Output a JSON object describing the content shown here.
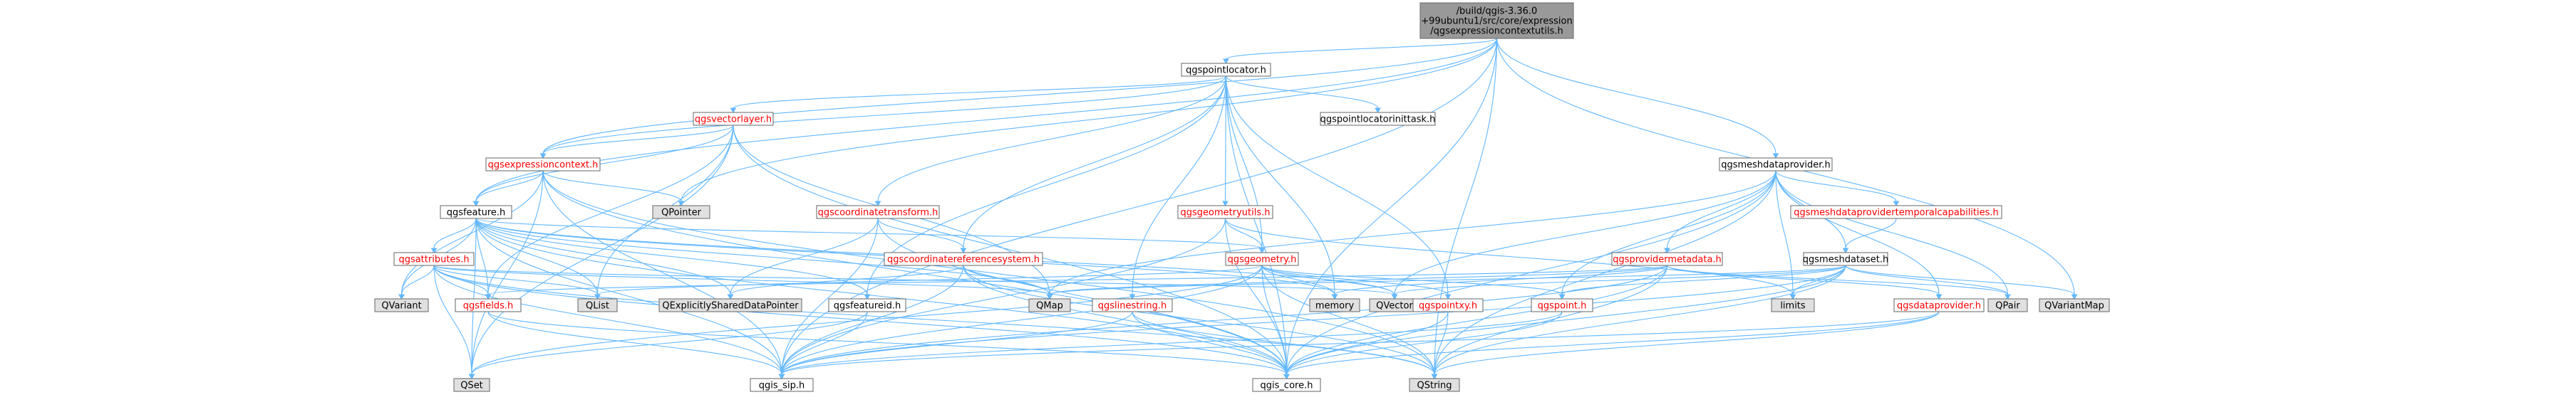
{
  "colors": {
    "node_border": "#666666",
    "node_fill": "#ffffff",
    "focus_fill": "#999999",
    "external_fill": "#e0e0e0",
    "text": "#000000",
    "truncated_text": "#ff0000",
    "edge": "#63b8ff"
  },
  "nodes": [
    {
      "id": "root",
      "label": [
        "/build/qgis-3.36.0",
        "+99ubuntu1/src/core/expression",
        "/qgsexpressioncontextutils.h"
      ],
      "kind": "focus"
    },
    {
      "id": "qgspointlocator",
      "label": [
        "qgspointlocator.h"
      ],
      "kind": "normal"
    },
    {
      "id": "qgsmeshdataprovider",
      "label": [
        "qgsmeshdataprovider.h"
      ],
      "kind": "normal"
    },
    {
      "id": "qgsvectorlayer",
      "label": [
        "qgsvectorlayer.h"
      ],
      "kind": "truncated"
    },
    {
      "id": "qgspointlocatorinittask",
      "label": [
        "qgspointlocatorinittask.h"
      ],
      "kind": "normal"
    },
    {
      "id": "qgsexpressioncontext",
      "label": [
        "qgsexpressioncontext.h"
      ],
      "kind": "truncated"
    },
    {
      "id": "qgscoordinatetransform",
      "label": [
        "qgscoordinatetransform.h"
      ],
      "kind": "truncated"
    },
    {
      "id": "qgsgeometryutils",
      "label": [
        "qgsgeometryutils.h"
      ],
      "kind": "truncated"
    },
    {
      "id": "qgsmeshdataprovidertemporalcapabilities",
      "label": [
        "qgsmeshdataprovidertemporalcapabilities.h"
      ],
      "kind": "truncated"
    },
    {
      "id": "qpointer",
      "label": [
        "QPointer"
      ],
      "kind": "external"
    },
    {
      "id": "qgsfeature",
      "label": [
        "qgsfeature.h"
      ],
      "kind": "normal"
    },
    {
      "id": "qgscoordinatereferencesystem",
      "label": [
        "qgscoordinatereferencesystem.h"
      ],
      "kind": "truncated"
    },
    {
      "id": "qgsgeometry",
      "label": [
        "qgsgeometry.h"
      ],
      "kind": "truncated"
    },
    {
      "id": "qgsprovidermetadata",
      "label": [
        "qgsprovidermetadata.h"
      ],
      "kind": "truncated"
    },
    {
      "id": "qgsmeshdataset",
      "label": [
        "qgsmeshdataset.h"
      ],
      "kind": "normal"
    },
    {
      "id": "qgsattributes",
      "label": [
        "qgsattributes.h"
      ],
      "kind": "truncated"
    },
    {
      "id": "qvariant",
      "label": [
        "QVariant"
      ],
      "kind": "external"
    },
    {
      "id": "qgsfields",
      "label": [
        "qgsfields.h"
      ],
      "kind": "truncated"
    },
    {
      "id": "qlist",
      "label": [
        "QList"
      ],
      "kind": "external"
    },
    {
      "id": "qexplicitlyshareddatapointer",
      "label": [
        "QExplicitlySharedDataPointer"
      ],
      "kind": "external"
    },
    {
      "id": "qgsfeatureid",
      "label": [
        "qgsfeatureid.h"
      ],
      "kind": "normal"
    },
    {
      "id": "qmap",
      "label": [
        "QMap"
      ],
      "kind": "external"
    },
    {
      "id": "qgslinestring",
      "label": [
        "qgslinestring.h"
      ],
      "kind": "truncated"
    },
    {
      "id": "qvector",
      "label": [
        "QVector"
      ],
      "kind": "external"
    },
    {
      "id": "qgspointxy",
      "label": [
        "qgspointxy.h"
      ],
      "kind": "truncated"
    },
    {
      "id": "memory",
      "label": [
        "memory"
      ],
      "kind": "external"
    },
    {
      "id": "qgspoint",
      "label": [
        "qgspoint.h"
      ],
      "kind": "truncated"
    },
    {
      "id": "limits",
      "label": [
        "limits"
      ],
      "kind": "external"
    },
    {
      "id": "qgsdataprovider",
      "label": [
        "qgsdataprovider.h"
      ],
      "kind": "truncated"
    },
    {
      "id": "qpair",
      "label": [
        "QPair"
      ],
      "kind": "external"
    },
    {
      "id": "qvariantmap",
      "label": [
        "QVariantMap"
      ],
      "kind": "external"
    },
    {
      "id": "qset",
      "label": [
        "QSet"
      ],
      "kind": "external"
    },
    {
      "id": "qgis_sip",
      "label": [
        "qgis_sip.h"
      ],
      "kind": "normal"
    },
    {
      "id": "qgis_core",
      "label": [
        "qgis_core.h"
      ],
      "kind": "normal"
    },
    {
      "id": "qstring",
      "label": [
        "QString"
      ],
      "kind": "external"
    }
  ],
  "edges": [
    [
      "root",
      "qgspointlocator"
    ],
    [
      "root",
      "qgsmeshdataprovider"
    ],
    [
      "root",
      "qgsexpressioncontext"
    ],
    [
      "root",
      "qpointer"
    ],
    [
      "root",
      "qgsfeature"
    ],
    [
      "root",
      "qgis_sip"
    ],
    [
      "root",
      "qgis_core"
    ],
    [
      "root",
      "qvariantmap"
    ],
    [
      "root",
      "qstring"
    ],
    [
      "qgspointlocator",
      "qgsvectorlayer"
    ],
    [
      "qgspointlocator",
      "qgspointlocatorinittask"
    ],
    [
      "qgspointlocator",
      "qgscoordinatetransform"
    ],
    [
      "qgspointlocator",
      "qgsgeometryutils"
    ],
    [
      "qgspointlocator",
      "qgscoordinatereferencesystem"
    ],
    [
      "qgspointlocator",
      "qgsgeometry"
    ],
    [
      "qgspointlocator",
      "qgsfeatureid"
    ],
    [
      "qgspointlocator",
      "qgslinestring"
    ],
    [
      "qgspointlocator",
      "qgspointxy"
    ],
    [
      "qgspointlocator",
      "memory"
    ],
    [
      "qgspointlocator",
      "qgis_core"
    ],
    [
      "qgspointlocator",
      "qgsexpressioncontext"
    ],
    [
      "qgsvectorlayer",
      "qgsexpressioncontext"
    ],
    [
      "qgsvectorlayer",
      "qgsfeature"
    ],
    [
      "qgsvectorlayer",
      "qgsfields"
    ],
    [
      "qgsvectorlayer",
      "qlist"
    ],
    [
      "qgsvectorlayer",
      "qset"
    ],
    [
      "qgsvectorlayer",
      "qmap"
    ],
    [
      "qgsvectorlayer",
      "qgis_core"
    ],
    [
      "qgsexpressioncontext",
      "qpointer"
    ],
    [
      "qgsexpressioncontext",
      "qgsfeature"
    ],
    [
      "qgsexpressioncontext",
      "qvariant"
    ],
    [
      "qgsexpressioncontext",
      "qgis_core"
    ],
    [
      "qgsexpressioncontext",
      "qset"
    ],
    [
      "qgsexpressioncontext",
      "qstring"
    ],
    [
      "qgsexpressioncontext",
      "qgis_sip"
    ],
    [
      "qgsfeature",
      "qgsattributes"
    ],
    [
      "qgsfeature",
      "qgsfields"
    ],
    [
      "qgsfeature",
      "qgsgeometry"
    ],
    [
      "qgsfeature",
      "qgsfeatureid"
    ],
    [
      "qgsfeature",
      "qlist"
    ],
    [
      "qgsfeature",
      "qvariant"
    ],
    [
      "qgsfeature",
      "qexplicitlyshareddatapointer"
    ],
    [
      "qgsfeature",
      "qvector"
    ],
    [
      "qgsfeature",
      "qset"
    ],
    [
      "qgsfeature",
      "qmap"
    ],
    [
      "qgsfeature",
      "qgis_core"
    ],
    [
      "qgsfeature",
      "qgis_sip"
    ],
    [
      "qgsfeature",
      "memory"
    ],
    [
      "qgsattributes",
      "qgsfields"
    ],
    [
      "qgsattributes",
      "qvariant"
    ],
    [
      "qgsattributes",
      "qlist"
    ],
    [
      "qgsattributes",
      "qmap"
    ],
    [
      "qgsattributes",
      "qvector"
    ],
    [
      "qgsattributes",
      "qset"
    ],
    [
      "qgsattributes",
      "qstring"
    ],
    [
      "qgsattributes",
      "qgis_core"
    ],
    [
      "qgsattributes",
      "qgis_sip"
    ],
    [
      "qgsfields",
      "qgis_core"
    ],
    [
      "qgsfields",
      "qgis_sip"
    ],
    [
      "qgsfeatureid",
      "qset"
    ],
    [
      "qgsfeatureid",
      "qgis_sip"
    ],
    [
      "qgscoordinatetransform",
      "qgscoordinatereferencesystem"
    ],
    [
      "qgscoordinatetransform",
      "qgis_core"
    ],
    [
      "qgscoordinatetransform",
      "qgis_sip"
    ],
    [
      "qgscoordinatetransform",
      "qexplicitlyshareddatapointer"
    ],
    [
      "qgscoordinatereferencesystem",
      "qgis_core"
    ],
    [
      "qgscoordinatereferencesystem",
      "qgis_sip"
    ],
    [
      "qgscoordinatereferencesystem",
      "qmap"
    ],
    [
      "qgscoordinatereferencesystem",
      "qstring"
    ],
    [
      "qgscoordinatereferencesystem",
      "qexplicitlyshareddatapointer"
    ],
    [
      "qgsgeometryutils",
      "qgsgeometry"
    ],
    [
      "qgsgeometryutils",
      "limits"
    ],
    [
      "qgsgeometryutils",
      "qgis_core"
    ],
    [
      "qgsgeometryutils",
      "qgis_sip"
    ],
    [
      "qgsgeometry",
      "qgspointxy"
    ],
    [
      "qgsgeometry",
      "qgspoint"
    ],
    [
      "qgsgeometry",
      "qvector"
    ],
    [
      "qgsgeometry",
      "memory"
    ],
    [
      "qgsgeometry",
      "qgis_core"
    ],
    [
      "qgsgeometry",
      "qgis_sip"
    ],
    [
      "qgsgeometry",
      "qstring"
    ],
    [
      "qgsgeometry",
      "qlist"
    ],
    [
      "qgsgeometry",
      "qset"
    ],
    [
      "qgslinestring",
      "qgis_core"
    ],
    [
      "qgslinestring",
      "qgis_sip"
    ],
    [
      "qgslinestring",
      "qstring"
    ],
    [
      "qgspointxy",
      "qgis_core"
    ],
    [
      "qgspointxy",
      "qstring"
    ],
    [
      "qgspoint",
      "qgis_core"
    ],
    [
      "qgspoint",
      "qgis_sip"
    ],
    [
      "qgsmeshdataprovider",
      "qgsmeshdataprovidertemporalcapabilities"
    ],
    [
      "qgsmeshdataprovider",
      "qgsprovidermetadata"
    ],
    [
      "qgsmeshdataprovider",
      "qgsmeshdataset"
    ],
    [
      "qgsmeshdataprovider",
      "qgsdataprovider"
    ],
    [
      "qgsmeshdataprovider",
      "qgspoint"
    ],
    [
      "qgsmeshdataprovider",
      "qvector"
    ],
    [
      "qgsmeshdataprovider",
      "qpair"
    ],
    [
      "qgsmeshdataprovider",
      "limits"
    ],
    [
      "qgsmeshdataprovider",
      "qmap"
    ],
    [
      "qgsmeshdataprovider",
      "qgis_core"
    ],
    [
      "qgsmeshdataprovider",
      "qstring"
    ],
    [
      "qgsmeshdataprovidertemporalcapabilities",
      "qgsmeshdataset"
    ],
    [
      "qgsprovidermetadata",
      "qgsdataprovider"
    ],
    [
      "qgsprovidermetadata",
      "qmap"
    ],
    [
      "qgsprovidermetadata",
      "memory"
    ],
    [
      "qgsprovidermetadata",
      "qgsfields"
    ],
    [
      "qgsprovidermetadata",
      "qgis_core"
    ],
    [
      "qgsprovidermetadata",
      "qgis_sip"
    ],
    [
      "qgsprovidermetadata",
      "qstring"
    ],
    [
      "qgsprovidermetadata",
      "qpair"
    ],
    [
      "qgsmeshdataset",
      "qvector"
    ],
    [
      "qgsmeshdataset",
      "qmap"
    ],
    [
      "qgsmeshdataset",
      "qpair"
    ],
    [
      "qgsmeshdataset",
      "limits"
    ],
    [
      "qgsmeshdataset",
      "qvariantmap"
    ],
    [
      "qgsmeshdataset",
      "qgspoint"
    ],
    [
      "qgsmeshdataset",
      "qgis_core"
    ],
    [
      "qgsmeshdataset",
      "qgis_sip"
    ],
    [
      "qgsmeshdataset",
      "qstring"
    ],
    [
      "qgsdataprovider",
      "qgis_core"
    ],
    [
      "qgsdataprovider",
      "qgis_sip"
    ],
    [
      "qgsdataprovider",
      "qstring"
    ]
  ]
}
